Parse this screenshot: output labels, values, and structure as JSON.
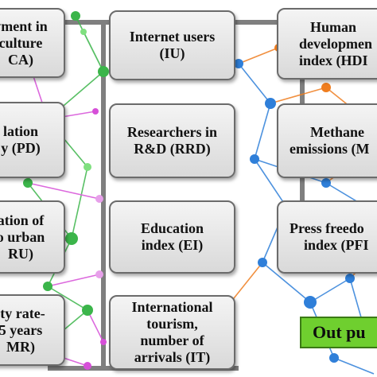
{
  "left_column": [
    {
      "lines": [
        "yment in",
        "culture",
        "CA)"
      ]
    },
    {
      "lines": [
        "lation",
        "y (PD)"
      ]
    },
    {
      "lines": [
        "ation of",
        "o urban",
        "RU)"
      ]
    },
    {
      "lines": [
        "ity rate-",
        "5 years",
        "MR)"
      ]
    }
  ],
  "middle_column": [
    {
      "lines": [
        "Internet users",
        "(IU)"
      ]
    },
    {
      "lines": [
        "Researchers in",
        "R&D (RRD)"
      ]
    },
    {
      "lines": [
        "Education",
        "index (EI)"
      ]
    },
    {
      "lines": [
        "International",
        "tourism,",
        "number of",
        "arrivals (IT)"
      ]
    }
  ],
  "right_column": [
    {
      "lines": [
        "Human",
        "developmen",
        "index (HDI"
      ]
    },
    {
      "lines": [
        "Methane",
        "emissions (M"
      ]
    },
    {
      "lines": [
        "Press freedo",
        "index (PFI"
      ]
    }
  ],
  "output_label": "Out pu",
  "colors": {
    "box_border": "#6b6b6b",
    "output_fill": "#6fcf2f",
    "network_green": "#3bb54a",
    "network_magenta": "#d64fd8",
    "network_blue": "#2f7fd9",
    "network_orange": "#ef7d1f",
    "connector": "#7f7f7f"
  }
}
